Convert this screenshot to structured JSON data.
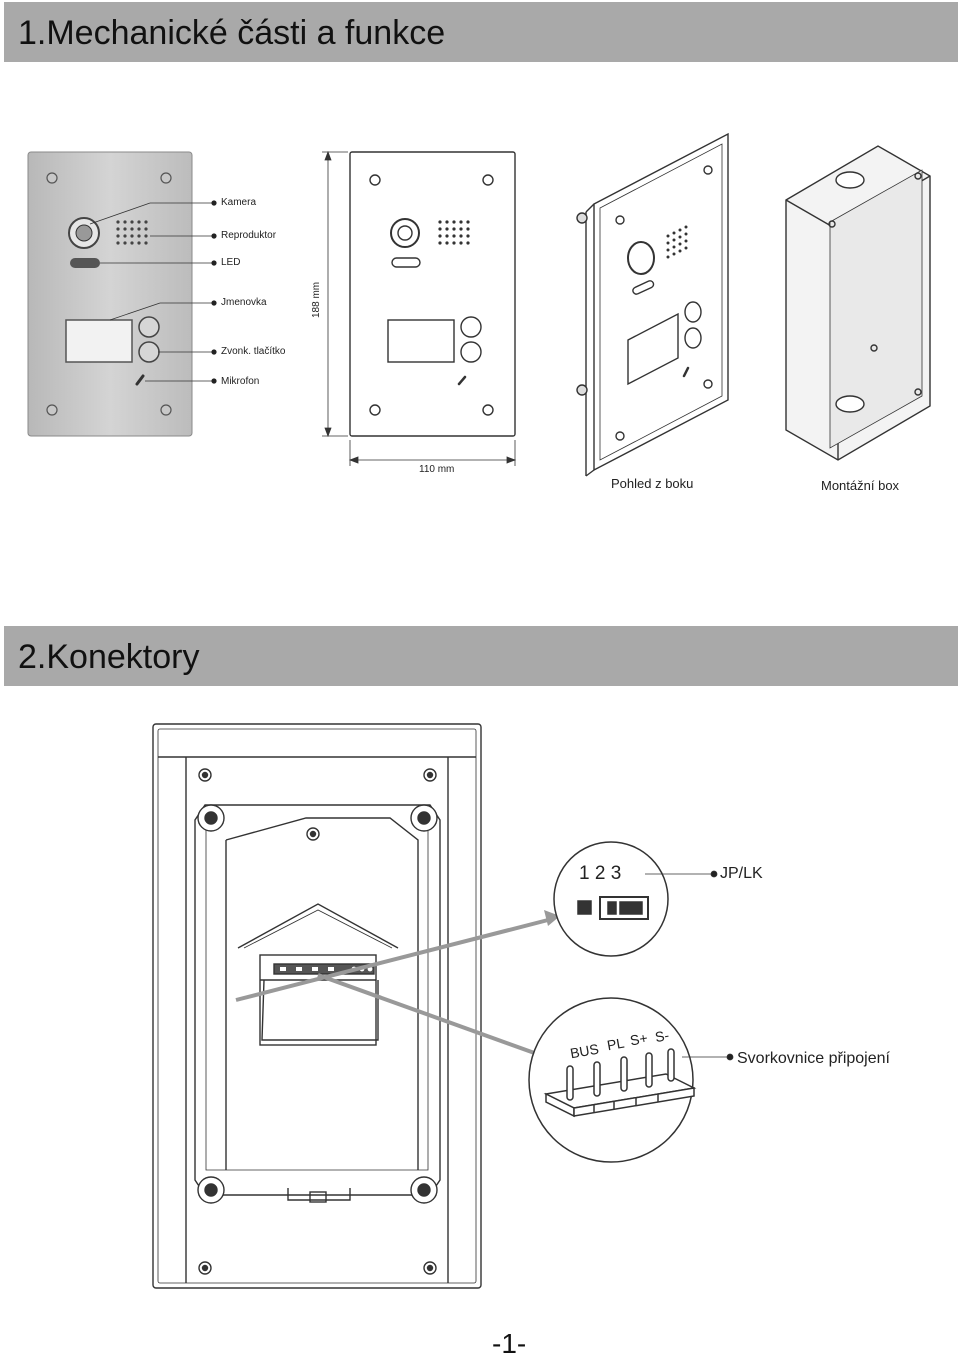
{
  "section1": {
    "title": "1.Mechanické části a funkce",
    "callouts": [
      "Kamera",
      "Reproduktor",
      "LED",
      "Jmenovka",
      "Zvonk. tlačítko",
      "Mikrofon"
    ],
    "height_dim": "188 mm",
    "width_dim": "110 mm",
    "side_view_label": "Pohled z boku",
    "mount_box_label": "Montážní box"
  },
  "section2": {
    "title": "2.Konektory",
    "jumper_numbers": "1  2  3",
    "jumper_label": "JP/LK",
    "terminals": [
      "BUS",
      "PL",
      "S+",
      "S-"
    ],
    "terminal_label": "Svorkovnice připojení"
  },
  "footer": {
    "page": "-1-"
  }
}
